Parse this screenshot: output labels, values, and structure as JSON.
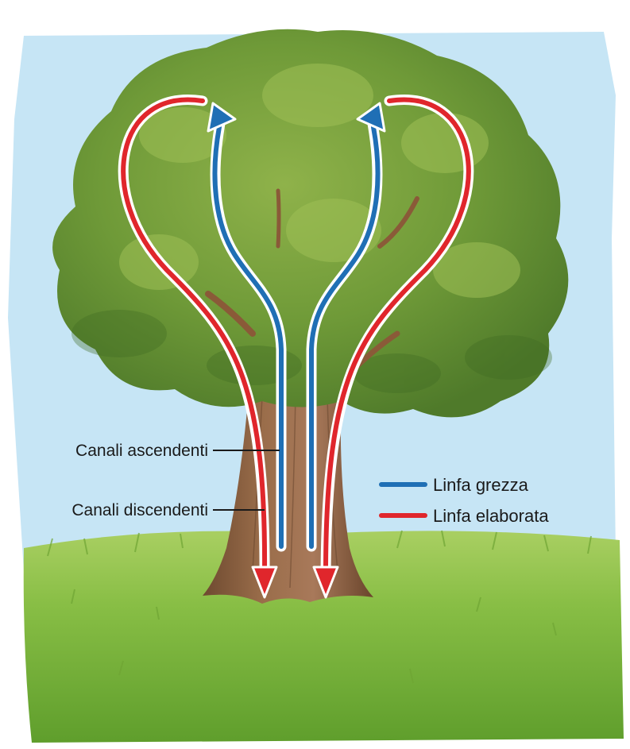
{
  "labels": {
    "ascending_channels": "Canali ascendenti",
    "descending_channels": "Canali discendenti"
  },
  "legend": {
    "raw_sap": "Linfa grezza",
    "elaborated_sap": "Linfa elaborata"
  },
  "colors": {
    "raw_sap": "#1f6fb5",
    "elaborated_sap": "#e0262c",
    "sky": "#c4e4f4",
    "grass": "#7db83a",
    "foliage": "#6e9a3a",
    "trunk": "#8a5e3e"
  }
}
